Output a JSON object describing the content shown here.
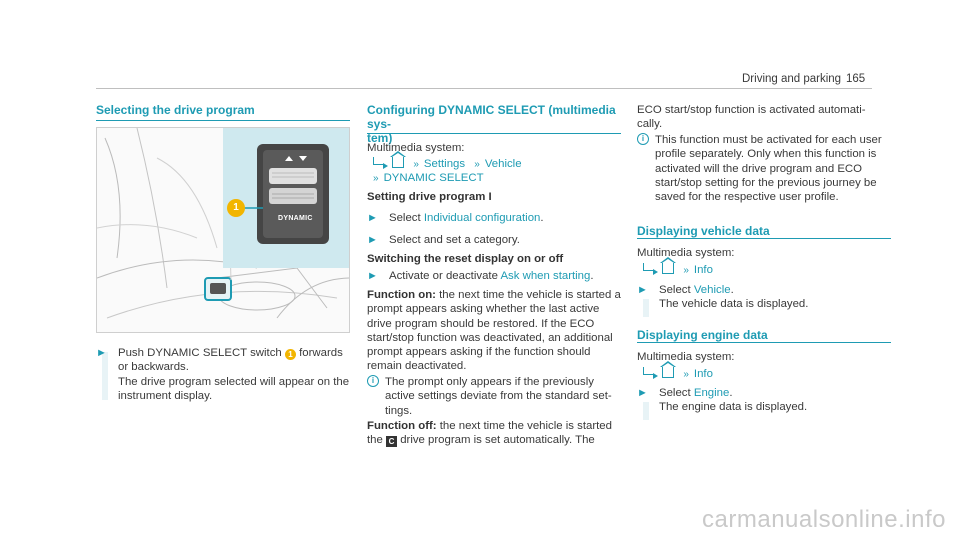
{
  "header": {
    "section": "Driving and parking",
    "page_number": "165"
  },
  "watermark": "carmanualsonline.info",
  "left": {
    "heading": "Selecting the drive program",
    "illustration": {
      "button_label": "DYNAMIC",
      "callout": "1"
    },
    "step_pre": "Push DYNAMIC SELECT switch",
    "step_callout": "1",
    "step_post": "forwards or backwards.",
    "step_line2": "The drive program selected will appear on the instrument display."
  },
  "middle": {
    "heading_line1": "Configuring DYNAMIC SELECT (multimedia sys-",
    "heading_line2": "tem)",
    "multimedia_label": "Multimedia system:",
    "path1": [
      "Settings",
      "Vehicle"
    ],
    "path2": [
      "DYNAMIC SELECT"
    ],
    "sub1": "Setting drive program I",
    "step1_pre": "Select",
    "step1_link": "Individual configuration",
    "step1_post": ".",
    "step2": "Select and set a category.",
    "sub2": "Switching the reset display on or off",
    "step3_pre": "Activate or deactivate",
    "step3_link": "Ask when starting",
    "step3_post": ".",
    "fn_on_label": "Function on:",
    "fn_on_text": [
      "the next time the vehicle is started a",
      "prompt appears asking whether the last active",
      "drive program should be restored. If the ECO",
      "start/stop function was deactivated, an additional",
      "prompt appears asking if the function should",
      "remain deactivated."
    ],
    "note_icon": "i",
    "note_text": [
      "The prompt only appears if the previously",
      "active settings deviate from the standard set-",
      "tings."
    ],
    "fn_off_label": "Function off:",
    "fn_off_text1": "the next time the vehicle is started",
    "fn_off_text2_pre": "the",
    "fn_off_symbol": "C",
    "fn_off_text2_post": "drive program is set automatically. The"
  },
  "right": {
    "cont_text": [
      "ECO start/stop function is activated automati-",
      "cally."
    ],
    "note_icon": "i",
    "note_text": [
      "This function must be activated for each user",
      "profile separately. Only when this function is",
      "activated will the drive program and ECO",
      "start/stop setting for the previous journey be",
      "saved for the respective user profile."
    ],
    "heading_vehicle": "Displaying vehicle data",
    "multimedia_label_1": "Multimedia system:",
    "path_vehicle": [
      "Info"
    ],
    "step_vehicle_pre": "Select",
    "step_vehicle_link": "Vehicle",
    "step_vehicle_post": ".",
    "step_vehicle_line2": "The vehicle data is displayed.",
    "heading_engine": "Displaying engine data",
    "multimedia_label_2": "Multimedia system:",
    "path_engine": [
      "Info"
    ],
    "step_engine_pre": "Select",
    "step_engine_link": "Engine",
    "step_engine_post": ".",
    "step_engine_line2": "The engine data is displayed."
  },
  "colors": {
    "accent": "#1e9bb3",
    "callout": "#f2b500",
    "inset_bg": "#cfe9ef"
  }
}
